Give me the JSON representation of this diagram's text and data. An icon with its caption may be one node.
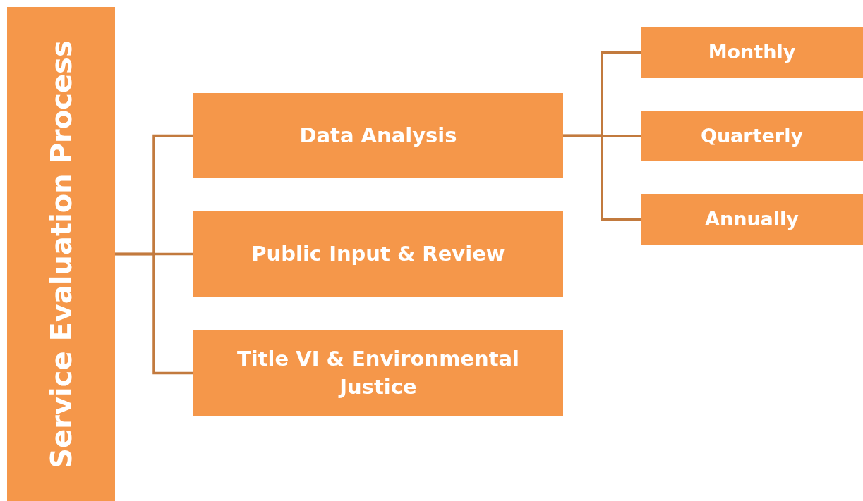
{
  "diagram": {
    "nodes": [
      {
        "text": [
          "Service Evaluation Process"
        ]
      },
      {
        "text": [
          "Data Analysis"
        ]
      },
      {
        "text": [
          "Public Input & Review"
        ]
      },
      {
        "text": [
          "Title VI & Environmental Justice"
        ]
      },
      {
        "text": [
          "Monthly"
        ]
      },
      {
        "text": [
          "Quarterly"
        ]
      },
      {
        "text": [
          "Annually"
        ]
      }
    ],
    "edges": [
      {
        "from": 0,
        "to": 1,
        "arrow": "none"
      },
      {
        "from": 0,
        "to": 2,
        "arrow": "none"
      },
      {
        "from": 0,
        "to": 3,
        "arrow": "none"
      },
      {
        "from": 1,
        "to": 4,
        "arrow": "none"
      },
      {
        "from": 1,
        "to": 5,
        "arrow": "none"
      },
      {
        "from": 1,
        "to": 6,
        "arrow": "none"
      }
    ]
  }
}
